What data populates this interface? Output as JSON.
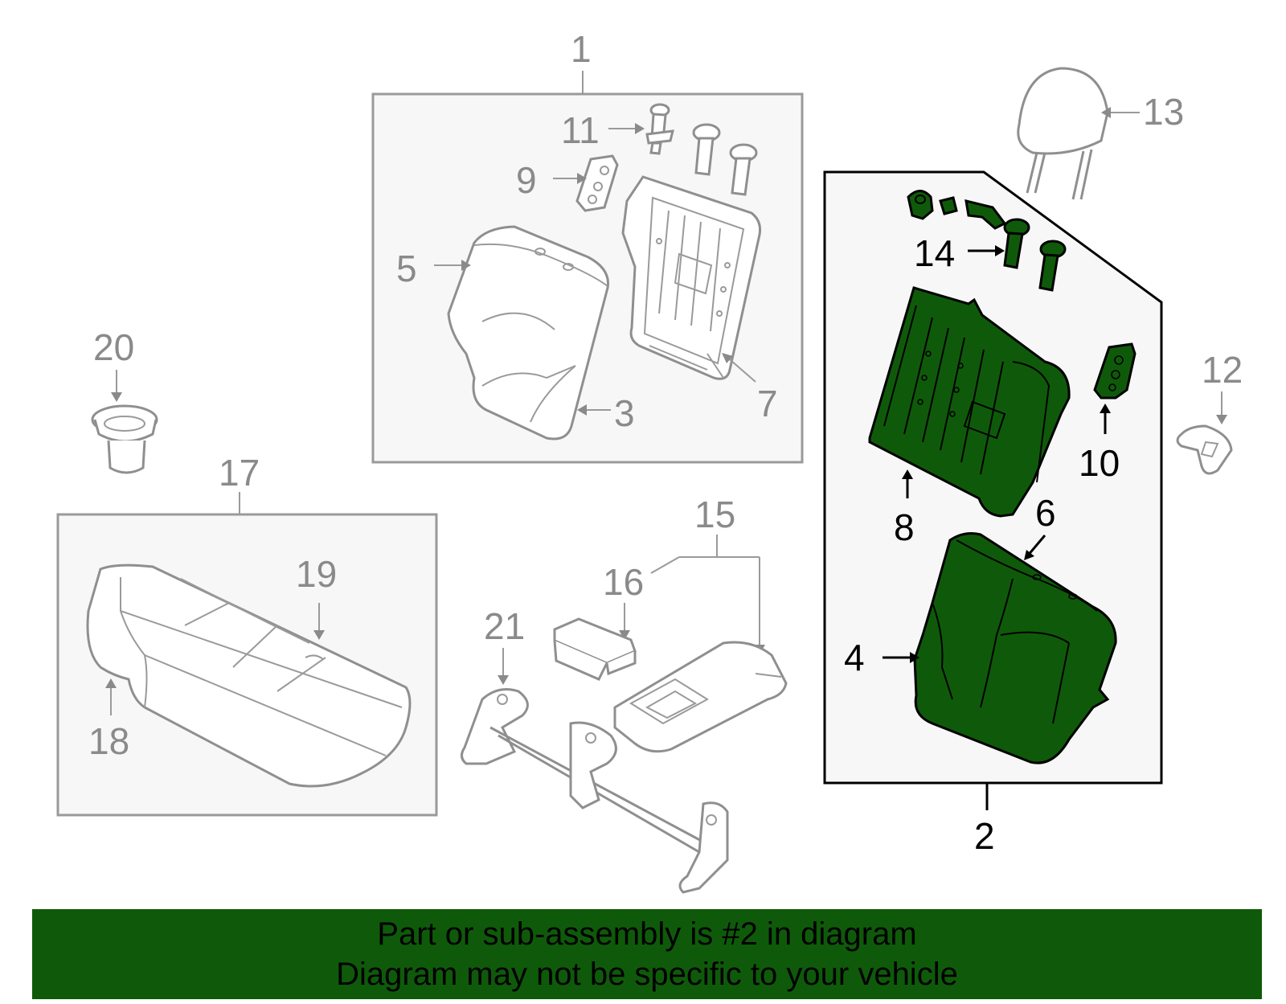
{
  "callouts": {
    "n1": "1",
    "n2": "2",
    "n3": "3",
    "n4": "4",
    "n5": "5",
    "n6": "6",
    "n7": "7",
    "n8": "8",
    "n9": "9",
    "n10": "10",
    "n11": "11",
    "n12": "12",
    "n13": "13",
    "n14": "14",
    "n15": "15",
    "n16": "16",
    "n17": "17",
    "n18": "18",
    "n19": "19",
    "n20": "20",
    "n21": "21"
  },
  "highlight": {
    "part": "2",
    "color": "#0f5a0a"
  },
  "banner": {
    "line1": "Part or sub-assembly is #2 in diagram",
    "line2": "Diagram may not be specific to your vehicle"
  },
  "colors": {
    "inactive_part": "#8f8f8f",
    "highlighted_part": "#0f5a0a",
    "group_box_fill": "#f7f7f7"
  }
}
